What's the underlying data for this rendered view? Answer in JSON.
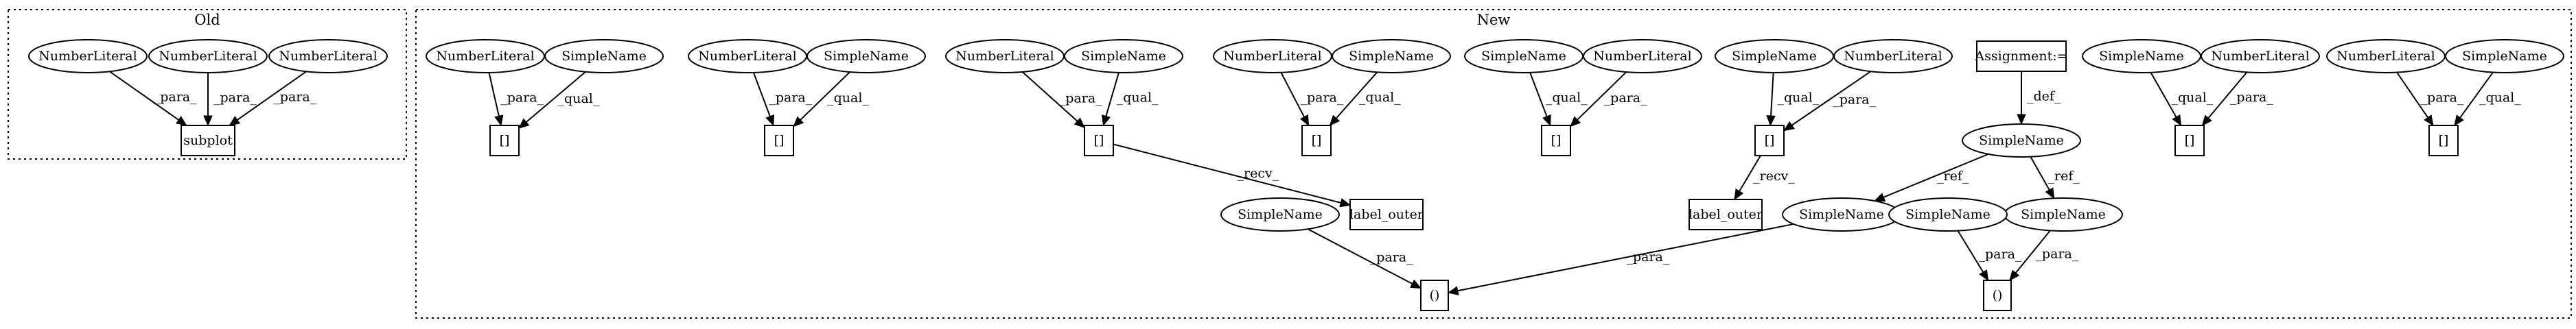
{
  "clusters": [
    {
      "id": "old",
      "label": "Old"
    },
    {
      "id": "new",
      "label": "New"
    }
  ],
  "nodes": [
    {
      "id": "o_nl1",
      "label": "NumberLiteral",
      "shape": "ellipse"
    },
    {
      "id": "o_nl2",
      "label": "NumberLiteral",
      "shape": "ellipse"
    },
    {
      "id": "o_nl3",
      "label": "NumberLiteral",
      "shape": "ellipse"
    },
    {
      "id": "o_sub",
      "label": "subplot",
      "shape": "box"
    },
    {
      "id": "g1_nl",
      "label": "NumberLiteral",
      "shape": "ellipse"
    },
    {
      "id": "g1_sn",
      "label": "SimpleName",
      "shape": "ellipse"
    },
    {
      "id": "g1_br",
      "label": "[]",
      "shape": "box"
    },
    {
      "id": "g2_nl",
      "label": "NumberLiteral",
      "shape": "ellipse"
    },
    {
      "id": "g2_sn",
      "label": "SimpleName",
      "shape": "ellipse"
    },
    {
      "id": "g2_br",
      "label": "[]",
      "shape": "box"
    },
    {
      "id": "g3_nl",
      "label": "NumberLiteral",
      "shape": "ellipse"
    },
    {
      "id": "g3_sn",
      "label": "SimpleName",
      "shape": "ellipse"
    },
    {
      "id": "g3_br",
      "label": "[]",
      "shape": "box"
    },
    {
      "id": "lo1",
      "label": "label_outer",
      "shape": "box"
    },
    {
      "id": "g4_nl",
      "label": "NumberLiteral",
      "shape": "ellipse"
    },
    {
      "id": "g4_sn",
      "label": "SimpleName",
      "shape": "ellipse"
    },
    {
      "id": "g4_br",
      "label": "[]",
      "shape": "box"
    },
    {
      "id": "g5_sn",
      "label": "SimpleName",
      "shape": "ellipse"
    },
    {
      "id": "g5_nl",
      "label": "NumberLiteral",
      "shape": "ellipse"
    },
    {
      "id": "g5_br",
      "label": "[]",
      "shape": "box"
    },
    {
      "id": "g6_sn",
      "label": "SimpleName",
      "shape": "ellipse"
    },
    {
      "id": "g6_nl",
      "label": "NumberLiteral",
      "shape": "ellipse"
    },
    {
      "id": "g6_br",
      "label": "[]",
      "shape": "box"
    },
    {
      "id": "lo2",
      "label": "label_outer",
      "shape": "box"
    },
    {
      "id": "assign",
      "label": "Assignment:=",
      "shape": "box"
    },
    {
      "id": "sn_def",
      "label": "SimpleName",
      "shape": "ellipse"
    },
    {
      "id": "sn_refL",
      "label": "SimpleName",
      "shape": "ellipse"
    },
    {
      "id": "sn_refR",
      "label": "SimpleName",
      "shape": "ellipse"
    },
    {
      "id": "sn_a",
      "label": "SimpleName",
      "shape": "ellipse"
    },
    {
      "id": "sn_b",
      "label": "SimpleName",
      "shape": "ellipse"
    },
    {
      "id": "call1",
      "label": "()",
      "shape": "box"
    },
    {
      "id": "call2",
      "label": "()",
      "shape": "box"
    },
    {
      "id": "g7_sn",
      "label": "SimpleName",
      "shape": "ellipse"
    },
    {
      "id": "g7_nl",
      "label": "NumberLiteral",
      "shape": "ellipse"
    },
    {
      "id": "g7_br",
      "label": "[]",
      "shape": "box"
    },
    {
      "id": "g8_nl",
      "label": "NumberLiteral",
      "shape": "ellipse"
    },
    {
      "id": "g8_sn",
      "label": "SimpleName",
      "shape": "ellipse"
    },
    {
      "id": "g8_br",
      "label": "[]",
      "shape": "box"
    }
  ],
  "edges": [
    {
      "from": "o_nl1",
      "to": "o_sub",
      "label": "_para_"
    },
    {
      "from": "o_nl2",
      "to": "o_sub",
      "label": "_para_"
    },
    {
      "from": "o_nl3",
      "to": "o_sub",
      "label": "_para_"
    },
    {
      "from": "g1_nl",
      "to": "g1_br",
      "label": "_para_"
    },
    {
      "from": "g1_sn",
      "to": "g1_br",
      "label": "_qual_"
    },
    {
      "from": "g2_nl",
      "to": "g2_br",
      "label": "_para_"
    },
    {
      "from": "g2_sn",
      "to": "g2_br",
      "label": "_qual_"
    },
    {
      "from": "g3_nl",
      "to": "g3_br",
      "label": "_para_"
    },
    {
      "from": "g3_sn",
      "to": "g3_br",
      "label": "_qual_"
    },
    {
      "from": "g3_br",
      "to": "lo1",
      "label": "_recv_"
    },
    {
      "from": "g4_nl",
      "to": "g4_br",
      "label": "_para_"
    },
    {
      "from": "g4_sn",
      "to": "g4_br",
      "label": "_qual_"
    },
    {
      "from": "g5_sn",
      "to": "g5_br",
      "label": "_qual_"
    },
    {
      "from": "g5_nl",
      "to": "g5_br",
      "label": "_para_"
    },
    {
      "from": "g6_sn",
      "to": "g6_br",
      "label": "_qual_"
    },
    {
      "from": "g6_nl",
      "to": "g6_br",
      "label": "_para_"
    },
    {
      "from": "g6_br",
      "to": "lo2",
      "label": "_recv_"
    },
    {
      "from": "assign",
      "to": "sn_def",
      "label": "_def_"
    },
    {
      "from": "sn_def",
      "to": "sn_refL",
      "label": "_ref_"
    },
    {
      "from": "sn_def",
      "to": "sn_refR",
      "label": "_ref_"
    },
    {
      "from": "sn_a",
      "to": "call1",
      "label": "_para_"
    },
    {
      "from": "sn_refL",
      "to": "call1",
      "label": "_para_"
    },
    {
      "from": "sn_b",
      "to": "call2",
      "label": "_para_"
    },
    {
      "from": "sn_refR",
      "to": "call2",
      "label": "_para_"
    },
    {
      "from": "g7_sn",
      "to": "g7_br",
      "label": "_qual_"
    },
    {
      "from": "g7_nl",
      "to": "g7_br",
      "label": "_para_"
    },
    {
      "from": "g8_nl",
      "to": "g8_br",
      "label": "_para_"
    },
    {
      "from": "g8_sn",
      "to": "g8_br",
      "label": "_qual_"
    }
  ]
}
